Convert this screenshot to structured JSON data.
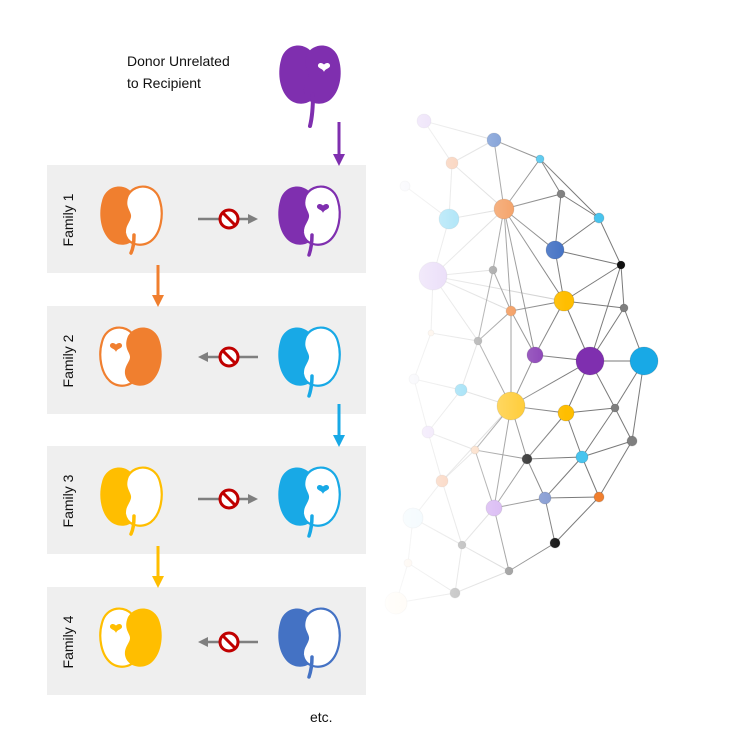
{
  "donor_label_line1": "Donor Unrelated",
  "donor_label_line2": "to Recipient",
  "footer_label": "etc.",
  "families": [
    {
      "label": "Family 1",
      "recipient_color": "#f07f2f",
      "recipient_left_kidney": "filled",
      "donor_color": "#7f2faf",
      "donor_right_kidney": "outline",
      "incompatible_arrow": "right"
    },
    {
      "label": "Family 2",
      "recipient_color": "#f07f2f",
      "recipient_left_kidney": "outline",
      "donor_color": "#18a9e6",
      "donor_right_kidney": "filled",
      "incompatible_arrow": "left"
    },
    {
      "label": "Family 3",
      "recipient_color": "#ffbe00",
      "recipient_left_kidney": "filled",
      "donor_color": "#18a9e6",
      "donor_right_kidney": "outline",
      "incompatible_arrow": "right"
    },
    {
      "label": "Family 4",
      "recipient_color": "#ffbe00",
      "recipient_left_kidney": "outline",
      "donor_color": "#4472c4",
      "donor_right_kidney": "filled",
      "incompatible_arrow": "left"
    }
  ],
  "colors": {
    "panel_background": "#efefef",
    "donor_unrelated": "#7f2faf",
    "orange": "#f07f2f",
    "blue": "#18a9e6",
    "yellow": "#ffbe00",
    "royal_blue": "#4472c4",
    "no_sign_red": "#c00000",
    "gray_arrow": "#7f7f7f"
  },
  "icons": [
    "kidney-pair-icon",
    "heart-icon",
    "no-entry-sign-icon",
    "arrow-icon",
    "network-graph"
  ]
}
